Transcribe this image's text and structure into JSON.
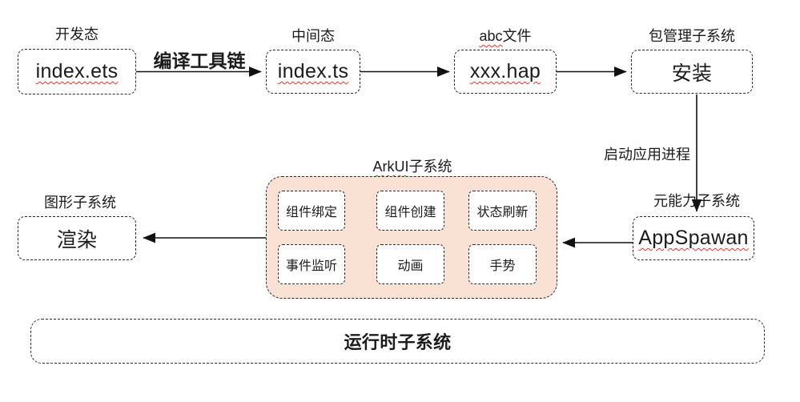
{
  "nodes": {
    "dev": {
      "label": "开发态",
      "box": "index.ets"
    },
    "compile_arrow": {
      "label": "编译工具链"
    },
    "intermediate": {
      "label": "中间态",
      "box": "index.ts"
    },
    "abc": {
      "label_en": "abc",
      "label_zh": "文件",
      "box": "xxx.hap"
    },
    "package": {
      "label": "包管理子系统",
      "box": "安装"
    },
    "launch_arrow": {
      "label": "启动应用进程"
    },
    "ability": {
      "label": "元能力子系统",
      "box": "AppSpawan"
    },
    "arkui": {
      "label_en": "ArkUI",
      "label_zh": "子系统",
      "cells": [
        "组件绑定",
        "组件创建",
        "状态刷新",
        "事件监听",
        "动画",
        "手势"
      ]
    },
    "graphics": {
      "label": "图形子系统",
      "box": "渲染"
    },
    "runtime": {
      "box": "运行时子系统"
    }
  },
  "colors": {
    "arkui_fill": "#F9E1D3",
    "squiggle_red": "#E0362C",
    "line": "#111111"
  }
}
